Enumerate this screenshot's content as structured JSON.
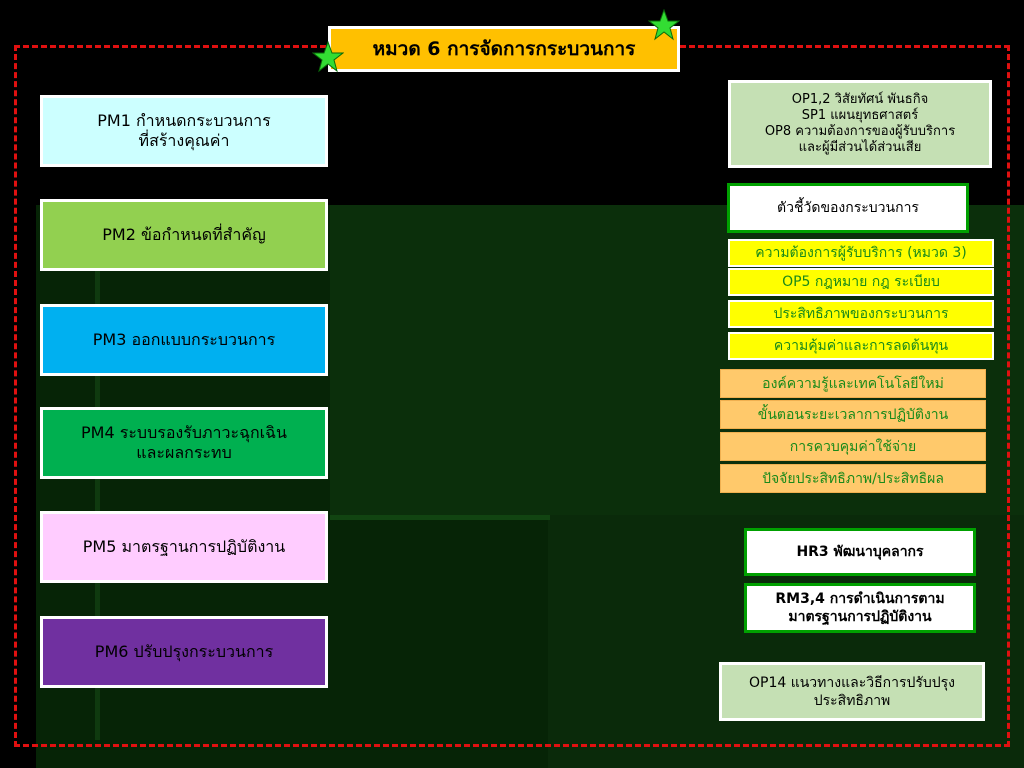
{
  "title": "หมวด 6 การจัดการกระบวนการ",
  "colors": {
    "title_bg": "#ffc000",
    "frame": "#e01010",
    "pm1": "#ccffff",
    "pm2": "#92d050",
    "pm3": "#00b0f0",
    "pm4": "#00b050",
    "pm5": "#ffccff",
    "pm6": "#7030a0",
    "op_green": "#c5e0b4",
    "yellow": "#ffff00",
    "orange": "#ffc96b",
    "star": "#33dd33"
  },
  "pm_items": [
    {
      "lines": [
        "PM1 กำหนดกระบวนการ",
        "ที่สร้างคุณค่า"
      ]
    },
    {
      "lines": [
        "PM2 ข้อกำหนดที่สำคัญ"
      ]
    },
    {
      "lines": [
        "PM3 ออกแบบกระบวนการ"
      ]
    },
    {
      "lines": [
        "PM4 ระบบรองรับภาวะฉุกเฉิน",
        "และผลกระทบ"
      ]
    },
    {
      "lines": [
        "PM5 มาตรฐานการปฏิบัติงาน"
      ]
    },
    {
      "lines": [
        "PM6 ปรับปรุงกระบวนการ"
      ]
    }
  ],
  "op_top": {
    "lines": [
      "OP1,2 วิสัยทัศน์ พันธกิจ",
      "SP1 แผนยุทธศาสตร์",
      "OP8 ความต้องการของผู้รับบริการ",
      "และผู้มีส่วนได้ส่วนเสีย"
    ]
  },
  "kpi_label": "ตัวชี้วัดของกระบวนการ",
  "yellow_items": [
    "ความต้องการผู้รับบริการ (หมวด 3)",
    "OP5 กฎหมาย กฎ ระเบียบ",
    "ประสิทธิภาพของกระบวนการ",
    "ความคุ้มค่าและการลดต้นทุน"
  ],
  "orange_items": [
    "องค์ความรู้และเทคโนโลยีใหม่",
    "ขั้นตอนระยะเวลาการปฏิบัติงาน",
    "การควบคุมค่าใช้จ่าย",
    "ปัจจัยประสิทธิภาพ/ประสิทธิผล"
  ],
  "hr_box": {
    "lines": [
      "HR3 พัฒนาบุคลากร"
    ]
  },
  "rm_box": {
    "lines": [
      "RM3,4 การดำเนินการตาม",
      "มาตรฐานการปฏิบัติงาน"
    ]
  },
  "op14": {
    "lines": [
      "OP14 แนวทางและวิธีการปรับปรุง",
      "ประสิทธิภาพ"
    ]
  },
  "icons": [
    "star-icon",
    "star-icon"
  ]
}
